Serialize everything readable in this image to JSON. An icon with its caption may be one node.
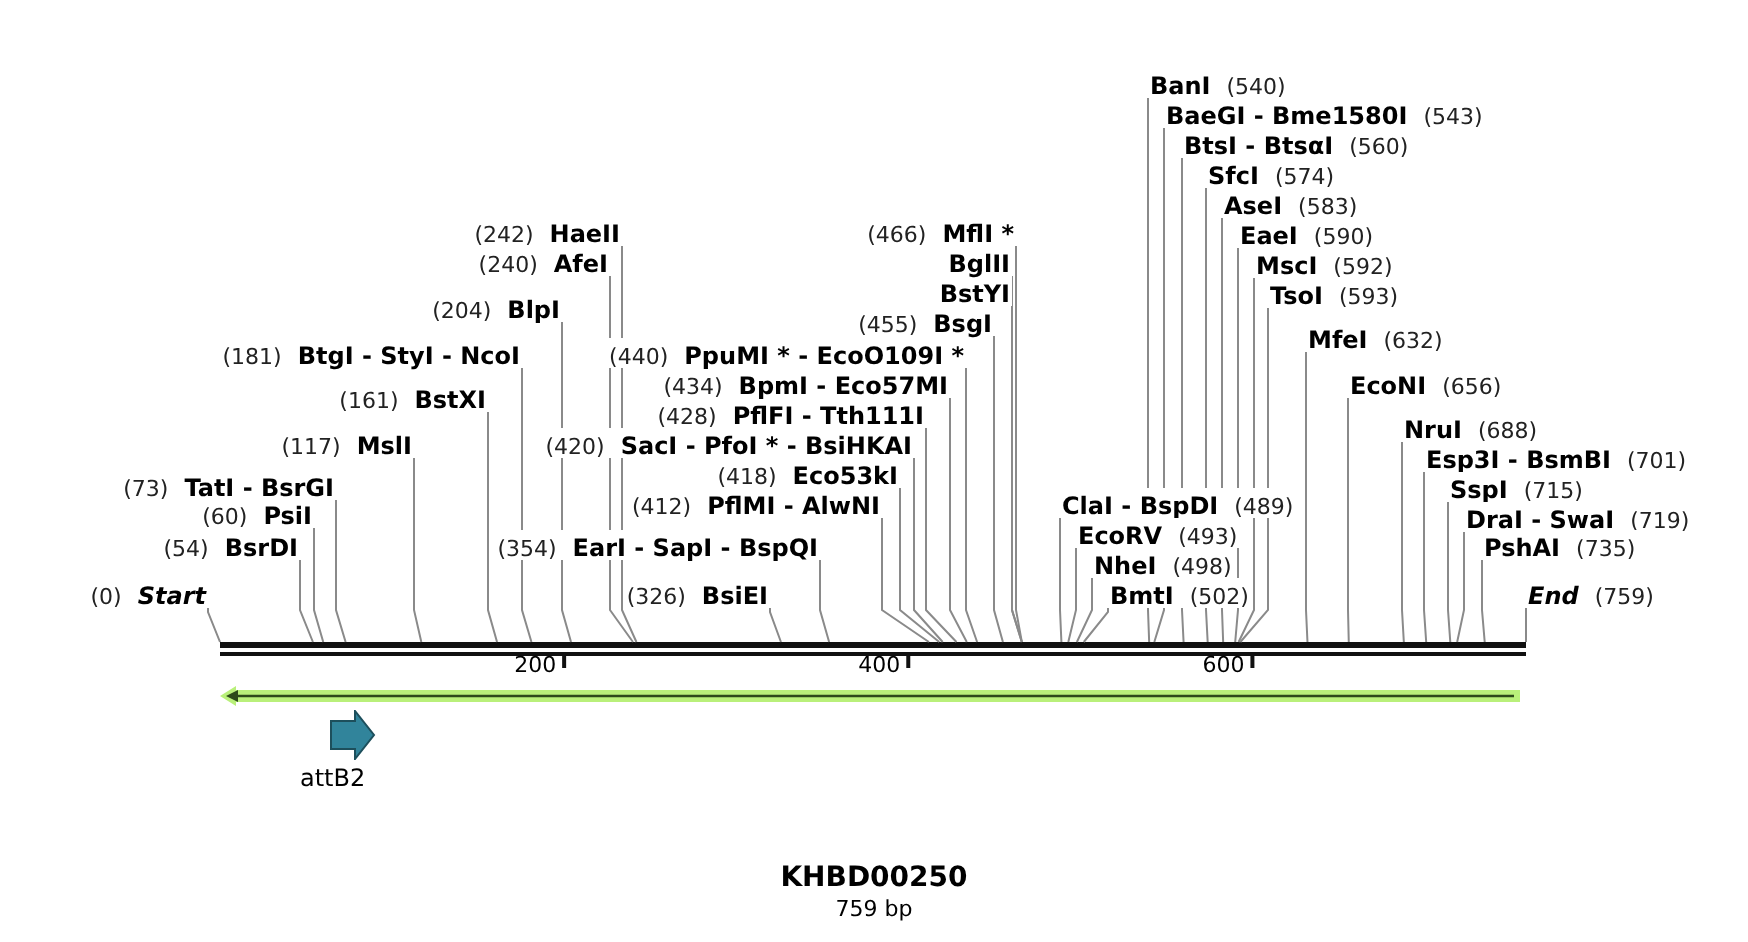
{
  "diagram": {
    "title": "KHBD00250",
    "caption": "759 bp",
    "nodes": [
      {
        "text": [
          "(0)",
          "Start"
        ]
      },
      {
        "text": [
          "(54)",
          "BsrDI"
        ]
      },
      {
        "text": [
          "(60)",
          "PsiI"
        ]
      },
      {
        "text": [
          "(73)",
          "TatI - BsrGI"
        ]
      },
      {
        "text": [
          "(117)",
          "MslI"
        ]
      },
      {
        "text": [
          "(161)",
          "BstXI"
        ]
      },
      {
        "text": [
          "(181)",
          "BtgI - StyI - NcoI"
        ]
      },
      {
        "text": [
          "(204)",
          "BlpI"
        ]
      },
      {
        "text": [
          "(240)",
          "AfeI"
        ]
      },
      {
        "text": [
          "(242)",
          "HaeII"
        ]
      },
      {
        "text": [
          "(326)",
          "BsiEI"
        ]
      },
      {
        "text": [
          "(354)",
          "EarI - SapI - BspQI"
        ]
      },
      {
        "text": [
          "(412)",
          "PflMI - AlwNI"
        ]
      },
      {
        "text": [
          "(418)",
          "Eco53kI"
        ]
      },
      {
        "text": [
          "(420)",
          "SacI - PfoI * - BsiHKAI"
        ]
      },
      {
        "text": [
          "(428)",
          "PflFI - Tth111I"
        ]
      },
      {
        "text": [
          "(434)",
          "BpmI - Eco57MI"
        ]
      },
      {
        "text": [
          "(440)",
          "PpuMI * - EcoO109I *"
        ]
      },
      {
        "text": [
          "(455)",
          "BsgI"
        ]
      },
      {
        "text": [
          "BstYI"
        ]
      },
      {
        "text": [
          "BglII"
        ]
      },
      {
        "text": [
          "(466)",
          "MflI *"
        ]
      },
      {
        "text": [
          "ClaI - BspDI",
          "(489)"
        ]
      },
      {
        "text": [
          "EcoRV",
          "(493)"
        ]
      },
      {
        "text": [
          "NheI",
          "(498)"
        ]
      },
      {
        "text": [
          "BmtI",
          "(502)"
        ]
      },
      {
        "text": [
          "BanI",
          "(540)"
        ]
      },
      {
        "text": [
          "BaeGI - Bme1580I",
          "(543)"
        ]
      },
      {
        "text": [
          "BtsI - BtsαI",
          "(560)"
        ]
      },
      {
        "text": [
          "SfcI",
          "(574)"
        ]
      },
      {
        "text": [
          "AseI",
          "(583)"
        ]
      },
      {
        "text": [
          "EaeI",
          "(590)"
        ]
      },
      {
        "text": [
          "MscI",
          "(592)"
        ]
      },
      {
        "text": [
          "TsoI",
          "(593)"
        ]
      },
      {
        "text": [
          "MfeI",
          "(632)"
        ]
      },
      {
        "text": [
          "EcoNI",
          "(656)"
        ]
      },
      {
        "text": [
          "NruI",
          "(688)"
        ]
      },
      {
        "text": [
          "Esp3I - BsmBI",
          "(701)"
        ]
      },
      {
        "text": [
          "SspI",
          "(715)"
        ]
      },
      {
        "text": [
          "DraI - SwaI",
          "(719)"
        ]
      },
      {
        "text": [
          "PshAI",
          "(735)"
        ]
      },
      {
        "text": [
          "End",
          "(759)"
        ]
      },
      {
        "text": [],
        "shape": "bar"
      },
      {
        "text": [
          "attB2"
        ]
      }
    ],
    "edges": [
      {
        "from": 0,
        "to": 42,
        "arrow": "none"
      },
      {
        "from": 1,
        "to": 42,
        "arrow": "none"
      },
      {
        "from": 2,
        "to": 42,
        "arrow": "none"
      },
      {
        "from": 3,
        "to": 42,
        "arrow": "none"
      },
      {
        "from": 4,
        "to": 42,
        "arrow": "none"
      },
      {
        "from": 5,
        "to": 42,
        "arrow": "none"
      },
      {
        "from": 6,
        "to": 42,
        "arrow": "none"
      },
      {
        "from": 7,
        "to": 42,
        "arrow": "none"
      },
      {
        "from": 8,
        "to": 42,
        "arrow": "none"
      },
      {
        "from": 9,
        "to": 42,
        "arrow": "none"
      },
      {
        "from": 10,
        "to": 42,
        "arrow": "none"
      },
      {
        "from": 11,
        "to": 42,
        "arrow": "none"
      },
      {
        "from": 12,
        "to": 42,
        "arrow": "none"
      },
      {
        "from": 13,
        "to": 42,
        "arrow": "none"
      },
      {
        "from": 14,
        "to": 42,
        "arrow": "none"
      },
      {
        "from": 15,
        "to": 42,
        "arrow": "none"
      },
      {
        "from": 16,
        "to": 42,
        "arrow": "none"
      },
      {
        "from": 17,
        "to": 42,
        "arrow": "none"
      },
      {
        "from": 18,
        "to": 42,
        "arrow": "none"
      },
      {
        "from": 19,
        "to": 42,
        "arrow": "none"
      },
      {
        "from": 20,
        "to": 42,
        "arrow": "none"
      },
      {
        "from": 21,
        "to": 42,
        "arrow": "none"
      },
      {
        "from": 22,
        "to": 42,
        "arrow": "none"
      },
      {
        "from": 23,
        "to": 42,
        "arrow": "none"
      },
      {
        "from": 24,
        "to": 42,
        "arrow": "none"
      },
      {
        "from": 25,
        "to": 42,
        "arrow": "none"
      },
      {
        "from": 26,
        "to": 42,
        "arrow": "none"
      },
      {
        "from": 27,
        "to": 42,
        "arrow": "none"
      },
      {
        "from": 28,
        "to": 42,
        "arrow": "none"
      },
      {
        "from": 29,
        "to": 42,
        "arrow": "none"
      },
      {
        "from": 30,
        "to": 42,
        "arrow": "none"
      },
      {
        "from": 31,
        "to": 42,
        "arrow": "none"
      },
      {
        "from": 32,
        "to": 42,
        "arrow": "none"
      },
      {
        "from": 33,
        "to": 42,
        "arrow": "none"
      },
      {
        "from": 34,
        "to": 42,
        "arrow": "none"
      },
      {
        "from": 35,
        "to": 42,
        "arrow": "none"
      },
      {
        "from": 36,
        "to": 42,
        "arrow": "none"
      },
      {
        "from": 37,
        "to": 42,
        "arrow": "none"
      },
      {
        "from": 38,
        "to": 42,
        "arrow": "none"
      },
      {
        "from": 39,
        "to": 42,
        "arrow": "none"
      },
      {
        "from": 40,
        "to": 42,
        "arrow": "none"
      },
      {
        "from": 41,
        "to": 42,
        "arrow": "none"
      }
    ],
    "labels": [
      "200",
      "400",
      "600"
    ]
  }
}
